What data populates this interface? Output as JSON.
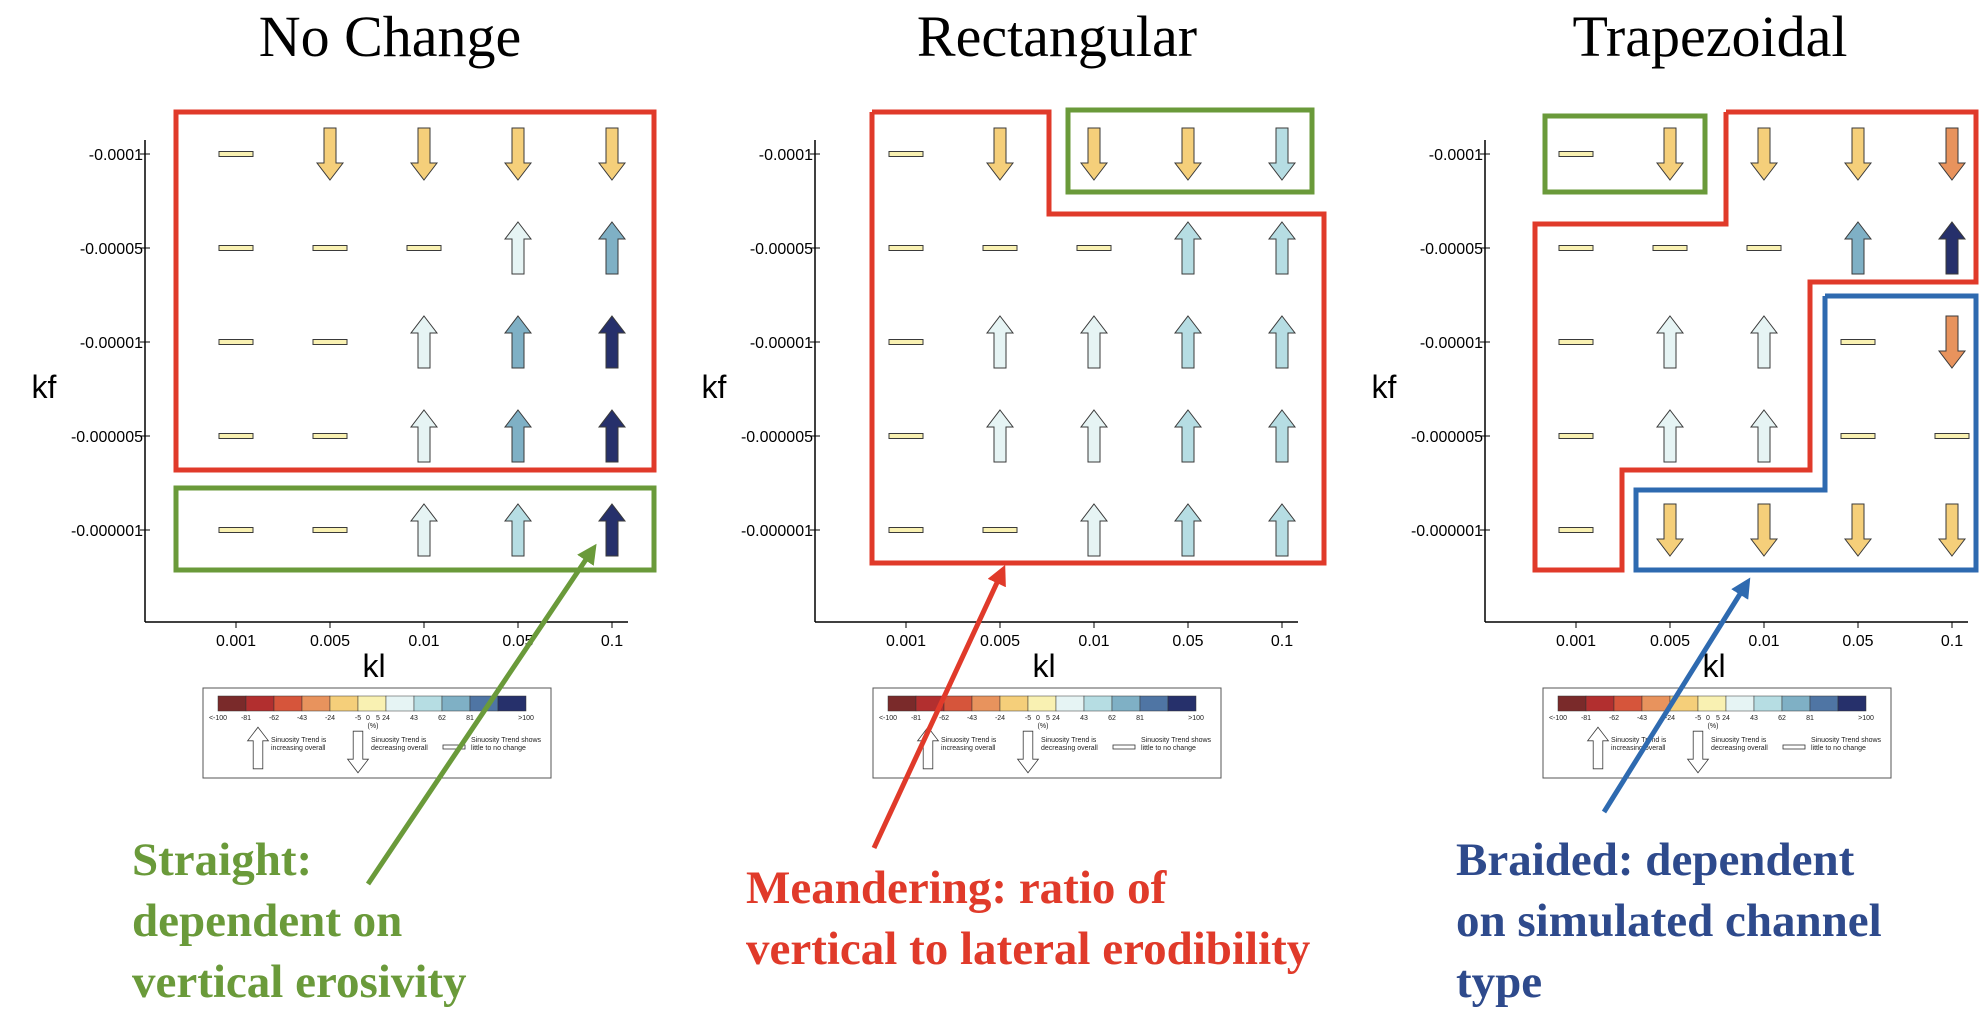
{
  "legend": {
    "colors": [
      "#7a2a2a",
      "#b22f2f",
      "#d6553b",
      "#e8935d",
      "#f5cf7a",
      "#f9f1b2",
      "#e6f4f4",
      "#b6dde3",
      "#7fb0c5",
      "#4f75a4",
      "#26306b"
    ],
    "tick_labels": [
      "<-100",
      "-81",
      "-62",
      "-43",
      "-24",
      "-5",
      "0",
      "5",
      "24",
      "43",
      "62",
      "81",
      ">100"
    ],
    "unit": "(%)",
    "up_text": [
      "Sinuosity Trend is",
      "increasing overall"
    ],
    "down_text": [
      "Sinuosity Trend is",
      "decreasing overall"
    ],
    "flat_text": [
      "Sinuosity Trend shows",
      "little to no change"
    ]
  },
  "panels": [
    {
      "title": "No Change",
      "xlabel": "kl",
      "ylabel": "kf",
      "xticks": [
        "0.001",
        "0.005",
        "0.01",
        "0.05",
        "0.1"
      ],
      "yticks": [
        "-0.0001",
        "-0.00005",
        "-0.00001",
        "-0.000005",
        "-0.000001"
      ],
      "cells": [
        [
          [
            "f",
            5
          ],
          [
            "d",
            4
          ],
          [
            "d",
            4
          ],
          [
            "d",
            4
          ],
          [
            "d",
            4
          ]
        ],
        [
          [
            "f",
            5
          ],
          [
            "f",
            5
          ],
          [
            "f",
            5
          ],
          [
            "u",
            6
          ],
          [
            "u",
            8
          ]
        ],
        [
          [
            "f",
            5
          ],
          [
            "f",
            5
          ],
          [
            "u",
            6
          ],
          [
            "u",
            8
          ],
          [
            "u",
            10
          ]
        ],
        [
          [
            "f",
            5
          ],
          [
            "f",
            5
          ],
          [
            "u",
            6
          ],
          [
            "u",
            8
          ],
          [
            "u",
            10
          ]
        ],
        [
          [
            "f",
            5
          ],
          [
            "f",
            5
          ],
          [
            "u",
            6
          ],
          [
            "u",
            7
          ],
          [
            "u",
            10
          ]
        ]
      ],
      "caption": {
        "lines": [
          "Straight:",
          "dependent on",
          "vertical erosivity"
        ],
        "color": "#6a9a3a"
      }
    },
    {
      "title": "Rectangular",
      "xlabel": "kl",
      "ylabel": "kf",
      "xticks": [
        "0.001",
        "0.005",
        "0.01",
        "0.05",
        "0.1"
      ],
      "yticks": [
        "-0.0001",
        "-0.00005",
        "-0.00001",
        "-0.000005",
        "-0.000001"
      ],
      "cells": [
        [
          [
            "f",
            5
          ],
          [
            "d",
            4
          ],
          [
            "d",
            4
          ],
          [
            "d",
            4
          ],
          [
            "d",
            7
          ]
        ],
        [
          [
            "f",
            5
          ],
          [
            "f",
            5
          ],
          [
            "f",
            5
          ],
          [
            "u",
            7
          ],
          [
            "u",
            7
          ]
        ],
        [
          [
            "f",
            5
          ],
          [
            "u",
            6
          ],
          [
            "u",
            6
          ],
          [
            "u",
            7
          ],
          [
            "u",
            7
          ]
        ],
        [
          [
            "f",
            5
          ],
          [
            "u",
            6
          ],
          [
            "u",
            6
          ],
          [
            "u",
            7
          ],
          [
            "u",
            7
          ]
        ],
        [
          [
            "f",
            5
          ],
          [
            "f",
            5
          ],
          [
            "u",
            6
          ],
          [
            "u",
            7
          ],
          [
            "u",
            7
          ]
        ]
      ],
      "caption": {
        "lines": [
          "Meandering: ratio of",
          "vertical to lateral erodibility"
        ],
        "color": "#e03a2a"
      }
    },
    {
      "title": "Trapezoidal",
      "xlabel": "kl",
      "ylabel": "kf",
      "xticks": [
        "0.001",
        "0.005",
        "0.01",
        "0.05",
        "0.1"
      ],
      "yticks": [
        "-0.0001",
        "-0.00005",
        "-0.00001",
        "-0.000005",
        "-0.000001"
      ],
      "cells": [
        [
          [
            "f",
            5
          ],
          [
            "d",
            4
          ],
          [
            "d",
            4
          ],
          [
            "d",
            4
          ],
          [
            "d",
            3
          ]
        ],
        [
          [
            "f",
            5
          ],
          [
            "f",
            5
          ],
          [
            "f",
            5
          ],
          [
            "u",
            8
          ],
          [
            "u",
            10
          ]
        ],
        [
          [
            "f",
            5
          ],
          [
            "u",
            6
          ],
          [
            "u",
            6
          ],
          [
            "f",
            5
          ],
          [
            "d",
            3
          ]
        ],
        [
          [
            "f",
            5
          ],
          [
            "u",
            6
          ],
          [
            "u",
            6
          ],
          [
            "f",
            5
          ],
          [
            "f",
            5
          ]
        ],
        [
          [
            "f",
            5
          ],
          [
            "d",
            4
          ],
          [
            "d",
            4
          ],
          [
            "d",
            4
          ],
          [
            "d",
            4
          ]
        ]
      ],
      "caption": {
        "lines": [
          "Braided: dependent",
          "on simulated channel",
          "type"
        ],
        "color": "#2e4a8c"
      }
    }
  ]
}
